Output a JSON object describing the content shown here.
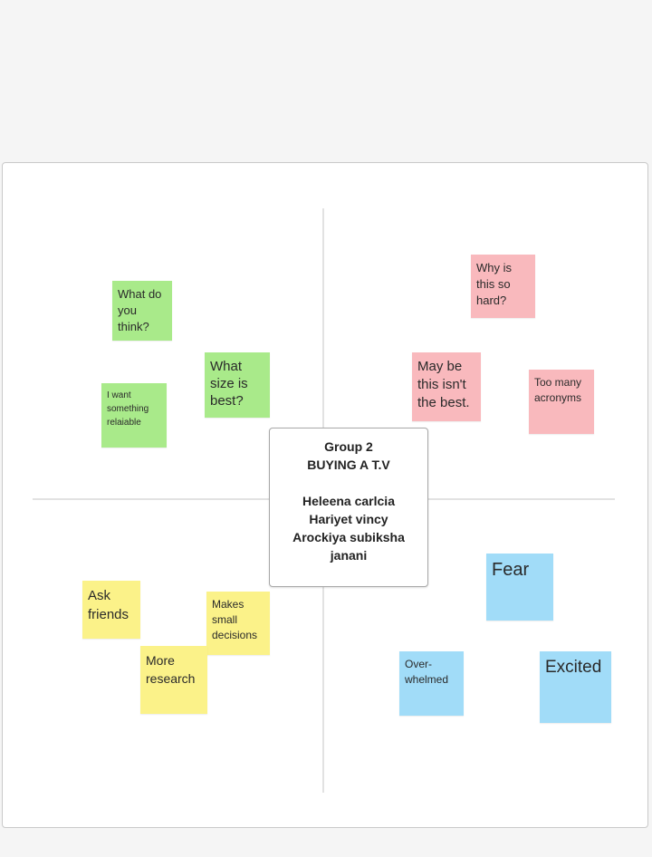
{
  "center": {
    "lines": [
      "Group 2",
      "BUYING A T.V",
      "",
      "Heleena carlcia",
      "Hariyet vincy",
      "Arockiya subiksha",
      "janani"
    ]
  },
  "notes": {
    "what_do_you_think": [
      "What do",
      "you",
      "think?"
    ],
    "i_want_reliable": [
      "I want",
      "something",
      "relaiable"
    ],
    "what_size": [
      "What",
      "size is",
      "best?"
    ],
    "why_hard": [
      "Why is",
      "this so",
      "hard?"
    ],
    "may_be": [
      "May be",
      "this isn't",
      "the best."
    ],
    "too_many": [
      "Too many",
      "acronyms"
    ],
    "ask_friends": [
      "Ask",
      "friends"
    ],
    "makes_small": [
      "Makes",
      "small",
      "decisions"
    ],
    "more_research": [
      "More",
      "research"
    ],
    "fear": [
      "Fear"
    ],
    "overwhelmed": [
      "Over-",
      "whelmed"
    ],
    "excited": [
      "Excited"
    ]
  },
  "colors": {
    "green": "#a9ea8a",
    "pink": "#f9b9bd",
    "yellow": "#fbf289",
    "blue": "#a1dcf8"
  }
}
